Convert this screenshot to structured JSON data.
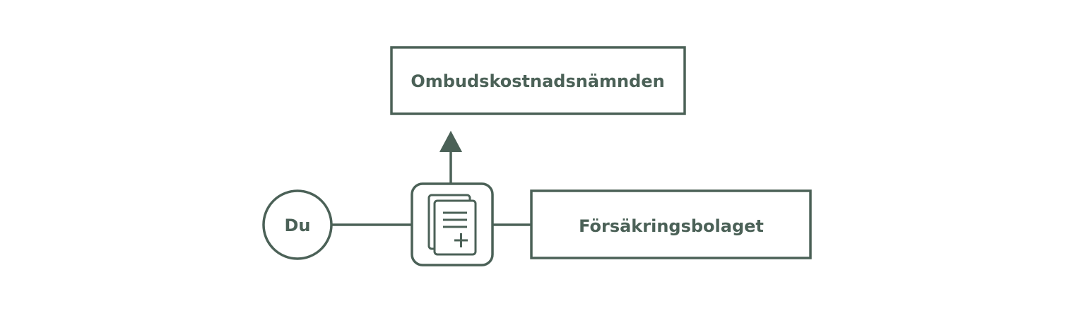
{
  "nodes": {
    "top_box": "Ombudskostnadsnämnden",
    "you_circle": "Du",
    "insurer_box": "Försäkringsbolaget",
    "document_icon": "document-add-icon"
  },
  "colors": {
    "stroke": "#4b6157",
    "background": "#ffffff"
  }
}
